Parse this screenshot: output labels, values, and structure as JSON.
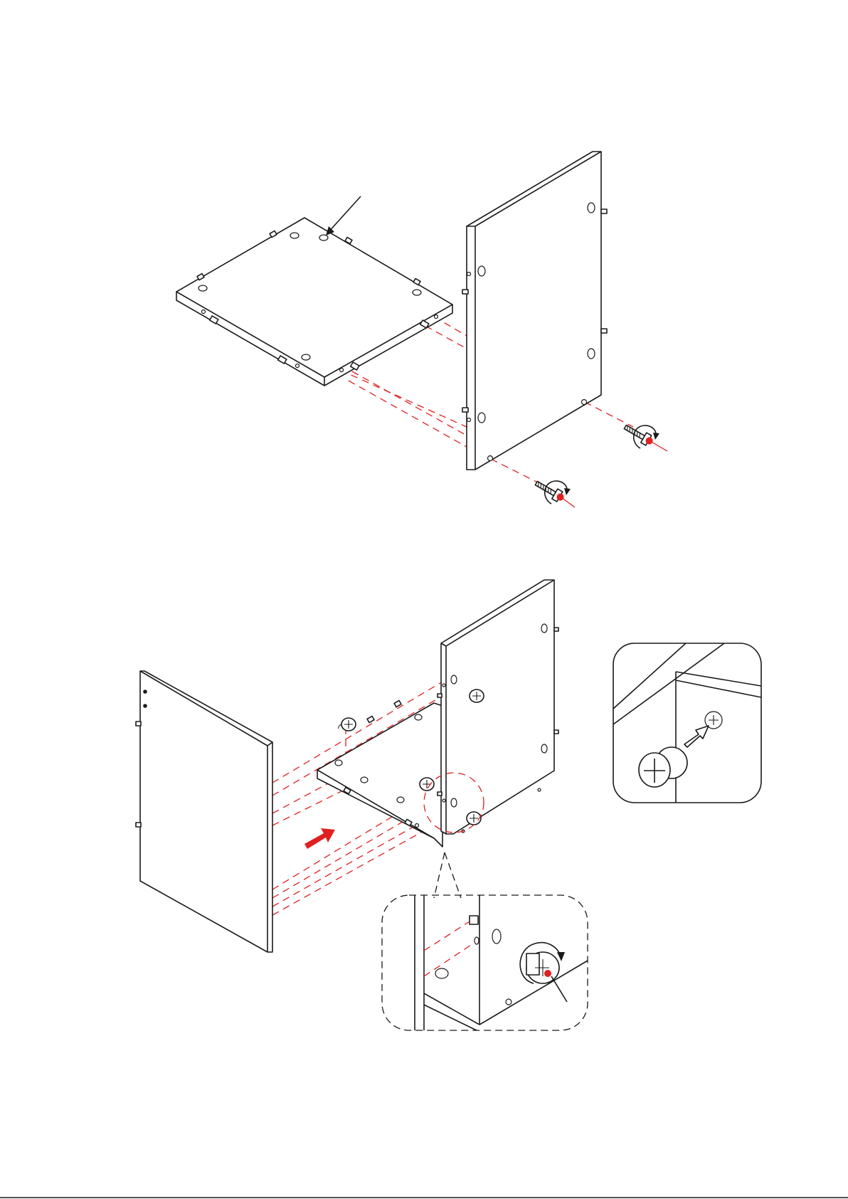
{
  "colors": {
    "line": "#1a1a1a",
    "guide": "#e02020",
    "background": "#ffffff"
  },
  "icons": {
    "screw": "screw-icon",
    "rotate": "rotate-arrow-icon",
    "cam_lock": "cam-lock-icon",
    "dowel": "wooden-dowel-icon",
    "push_arrow": "push-arrow-icon"
  },
  "steps": [
    {
      "name": "attach-side-panel-with-screws",
      "screw_count": 2
    },
    {
      "name": "attach-second-side-panel-with-cam-locks",
      "cam_lock_count": 4
    }
  ]
}
